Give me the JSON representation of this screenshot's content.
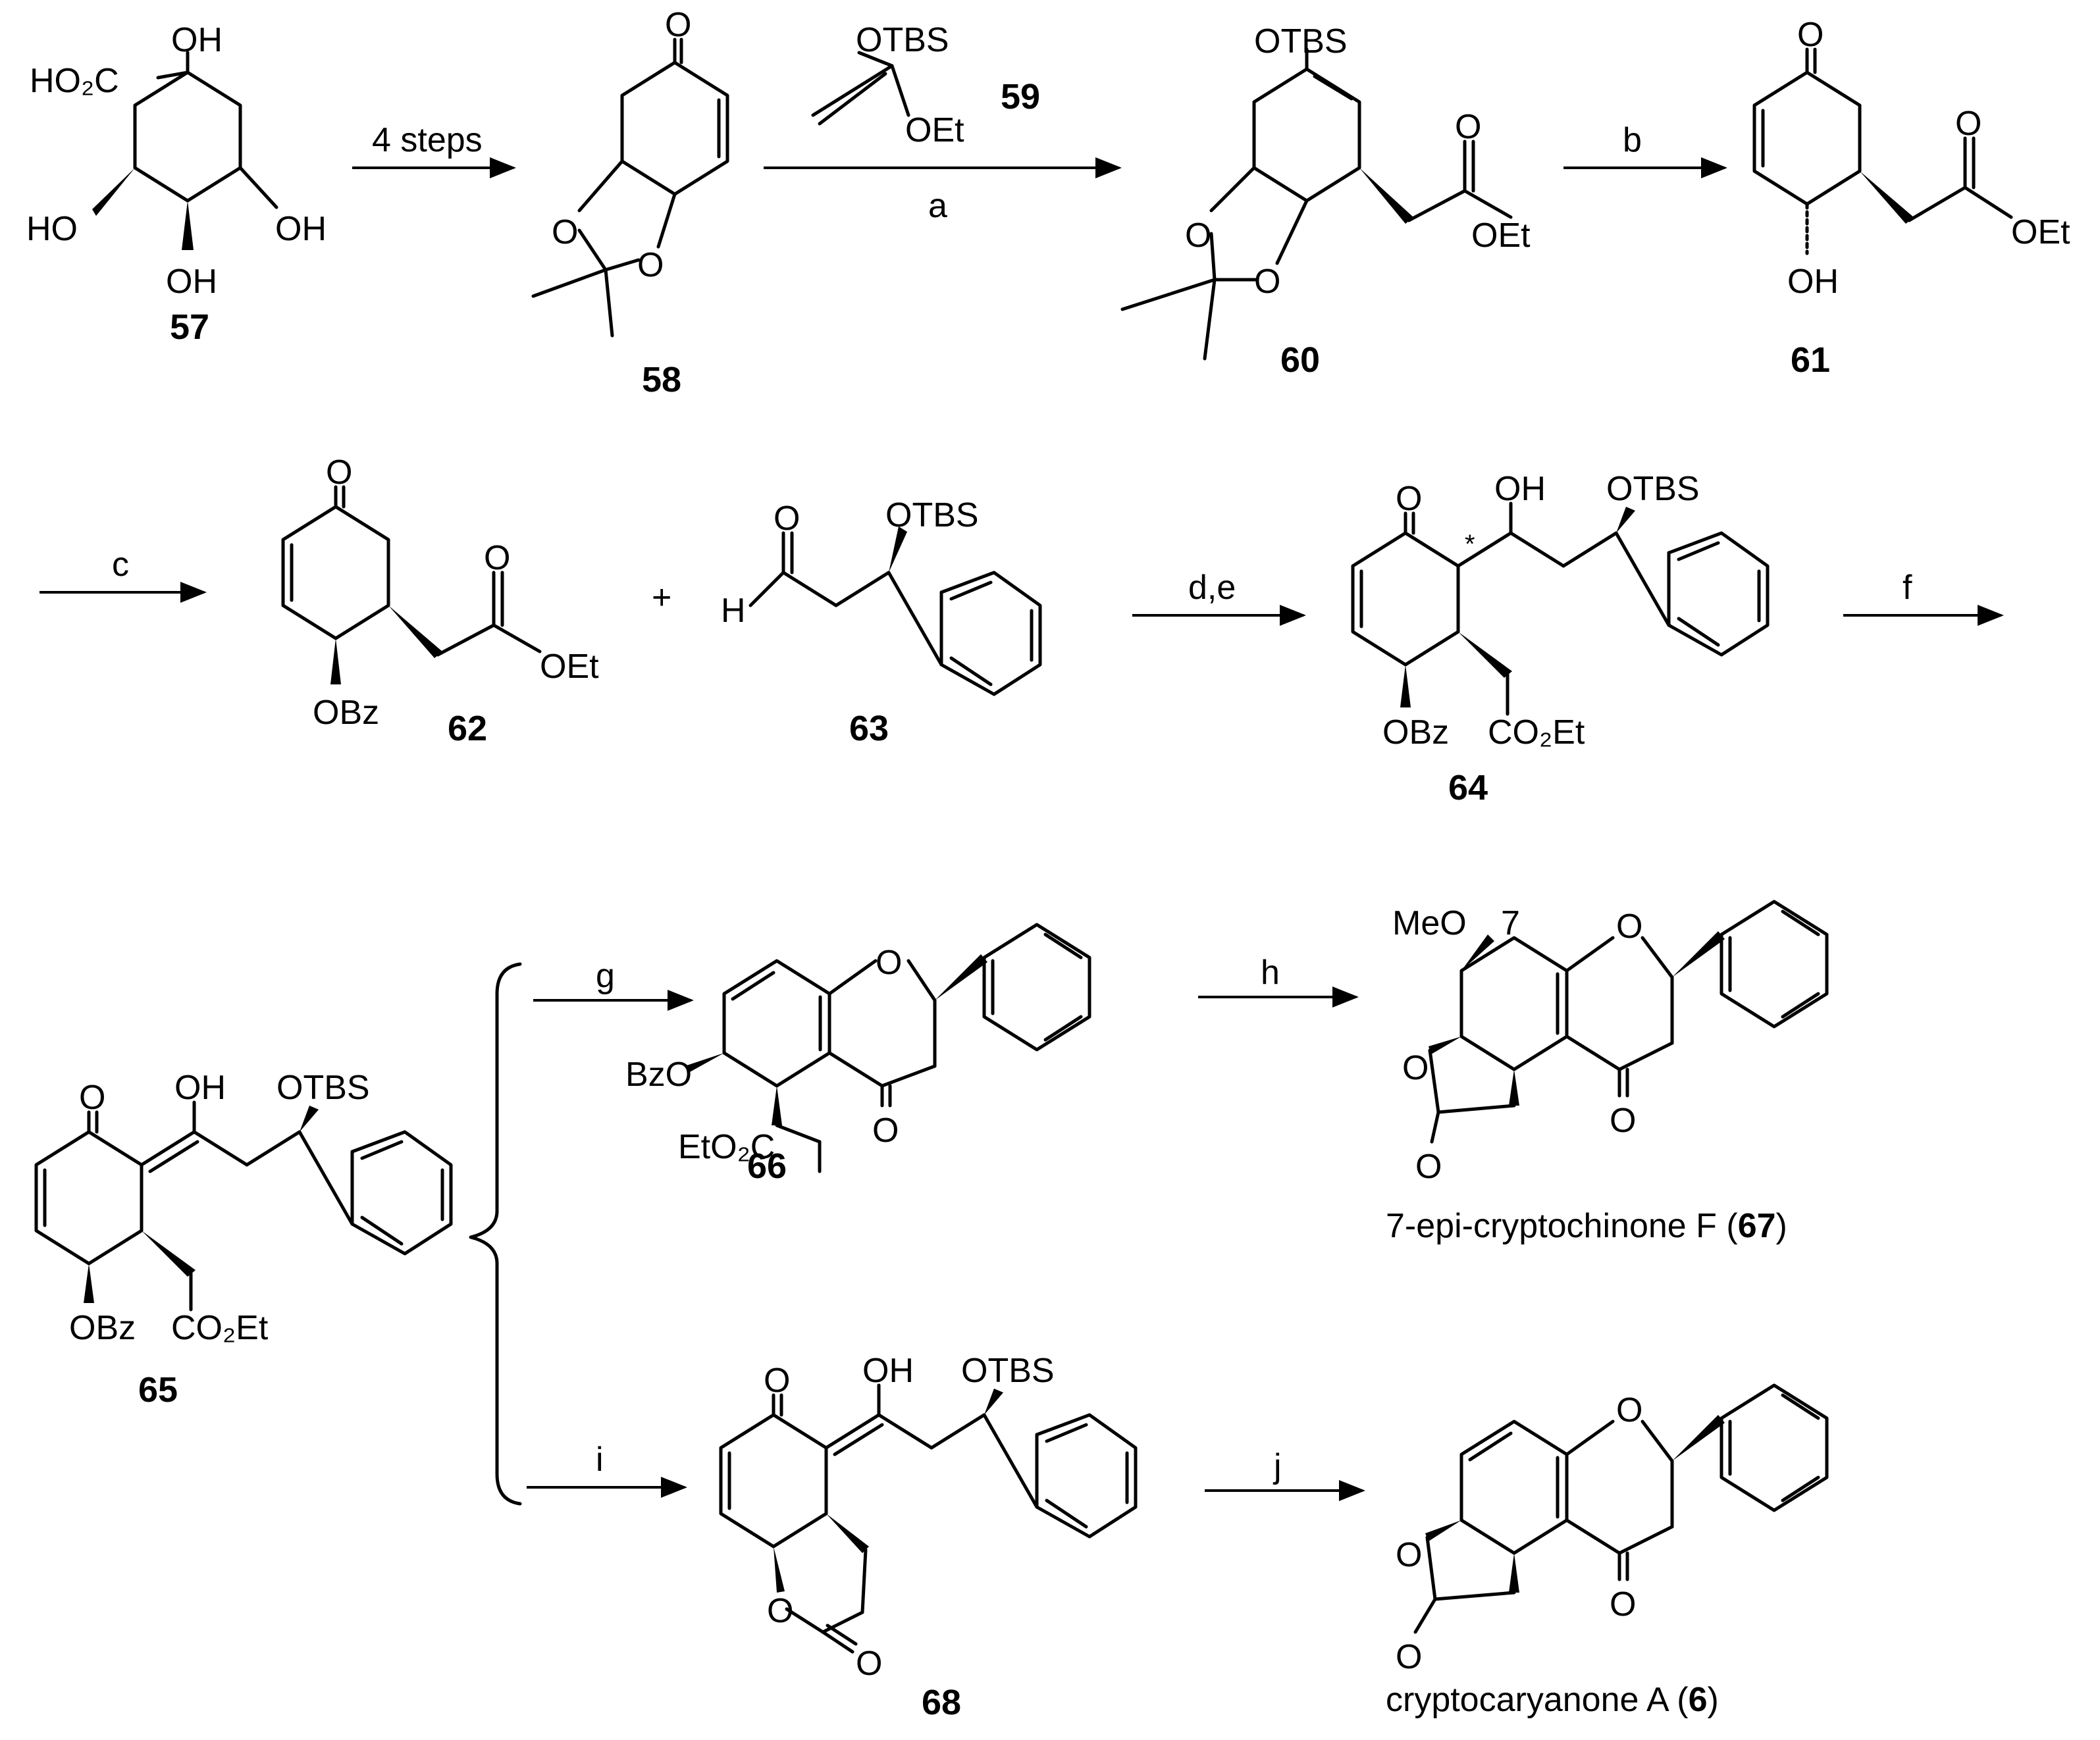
{
  "conditions": {
    "c1": "4 steps",
    "a": "a",
    "b": "b",
    "c": "c",
    "de": "d,e",
    "f": "f",
    "g": "g",
    "h": "h",
    "i": "i",
    "j": "j"
  },
  "numbers": {
    "n57": "57",
    "n58": "58",
    "n59": "59",
    "n60": "60",
    "n61": "61",
    "n62": "62",
    "n63": "63",
    "n64": "64",
    "n65": "65",
    "n66": "66",
    "n68": "68",
    "n67": "67",
    "n6": "6"
  },
  "names": {
    "n67_prefix": "7-epi-cryptochinone F (",
    "n67_suffix": ")",
    "n6_prefix": "cryptocaryanone A (",
    "n6_suffix": ")"
  },
  "labels": {
    "OH": "OH",
    "O": "O",
    "OTBS": "OTBS",
    "OEt": "OEt",
    "OBz": "OBz",
    "BzO": "BzO",
    "H": "H",
    "MeO": "MeO",
    "seven": "7",
    "HO2C": "HO₂C",
    "HO": "HO",
    "CO2Et": "CO₂Et",
    "EtO2C": "EtO₂C",
    "plus": "+",
    "star": "*"
  }
}
